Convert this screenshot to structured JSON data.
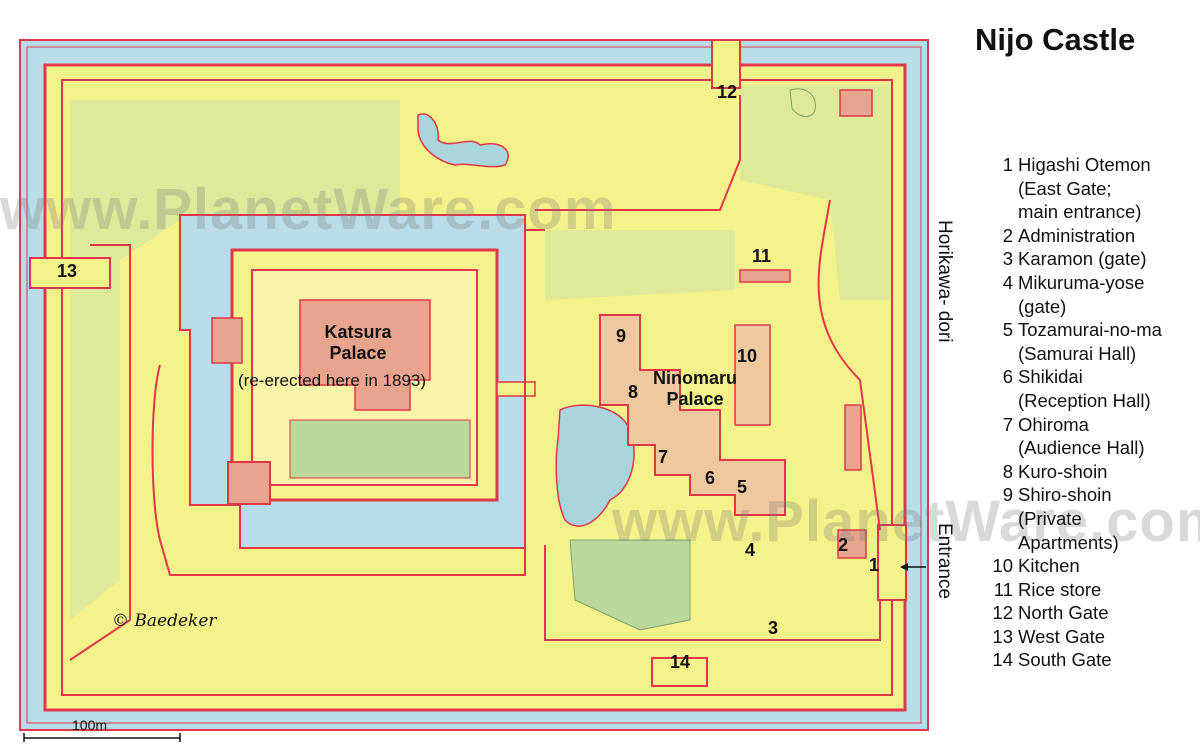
{
  "title": "Nijo Castle",
  "colors": {
    "moat": "#b9dde8",
    "ground": "#f4f28a",
    "wall": "#e2374a",
    "building": "#e8a48c",
    "pond": "#a9d6dd",
    "tree": "#9ec28a"
  },
  "legend": [
    {
      "num": "1",
      "label": "Higashi Otemon\n(East Gate;\nmain entrance)"
    },
    {
      "num": "2",
      "label": "Administration"
    },
    {
      "num": "3",
      "label": "Karamon (gate)"
    },
    {
      "num": "4",
      "label": "Mikuruma-yose\n(gate)"
    },
    {
      "num": "5",
      "label": "Tozamurai-no-ma\n(Samurai Hall)"
    },
    {
      "num": "6",
      "label": "Shikidai\n(Reception Hall)"
    },
    {
      "num": "7",
      "label": "Ohiroma\n(Audience Hall)"
    },
    {
      "num": "8",
      "label": "Kuro-shoin"
    },
    {
      "num": "9",
      "label": "Shiro-shoin\n(Private\nApartments)"
    },
    {
      "num": "10",
      "label": "Kitchen"
    },
    {
      "num": "11",
      "label": "Rice store"
    },
    {
      "num": "12",
      "label": "North Gate"
    },
    {
      "num": "13",
      "label": "West Gate"
    },
    {
      "num": "14",
      "label": "South Gate"
    }
  ],
  "map_labels": {
    "katsura_line1": "Katsura",
    "katsura_line2": "Palace",
    "katsura_note": "(re-erected here in 1893)",
    "ninomaru_line1": "Ninomaru",
    "ninomaru_line2": "Palace",
    "street": "Horikawa- dori",
    "entrance": "Entrance",
    "credit": "© Baedeker",
    "scale": "100m",
    "watermark": "www.PlanetWare.com"
  },
  "markers": [
    "1",
    "2",
    "3",
    "4",
    "5",
    "6",
    "7",
    "8",
    "9",
    "10",
    "11",
    "12",
    "13",
    "14"
  ]
}
